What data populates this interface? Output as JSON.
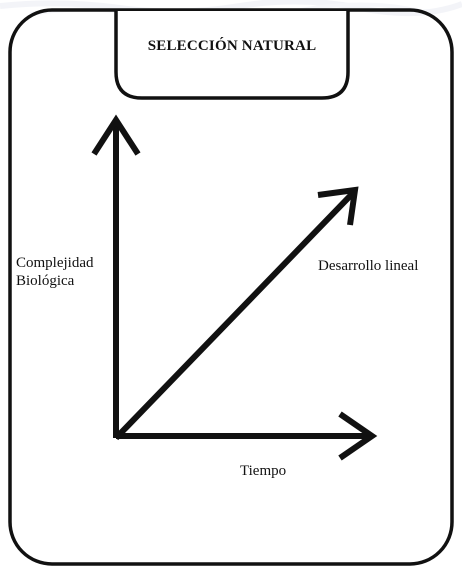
{
  "diagram": {
    "title": "SELECCIÓN NATURAL",
    "axes": {
      "y_label_line1": "Complejidad",
      "y_label_line2": "Biológica",
      "x_label": "Tiempo",
      "diagonal_label": "Desarrollo lineal"
    },
    "colors": {
      "stroke": "#111111",
      "background": "#ffffff",
      "watermark": "#e8ebf3"
    }
  }
}
